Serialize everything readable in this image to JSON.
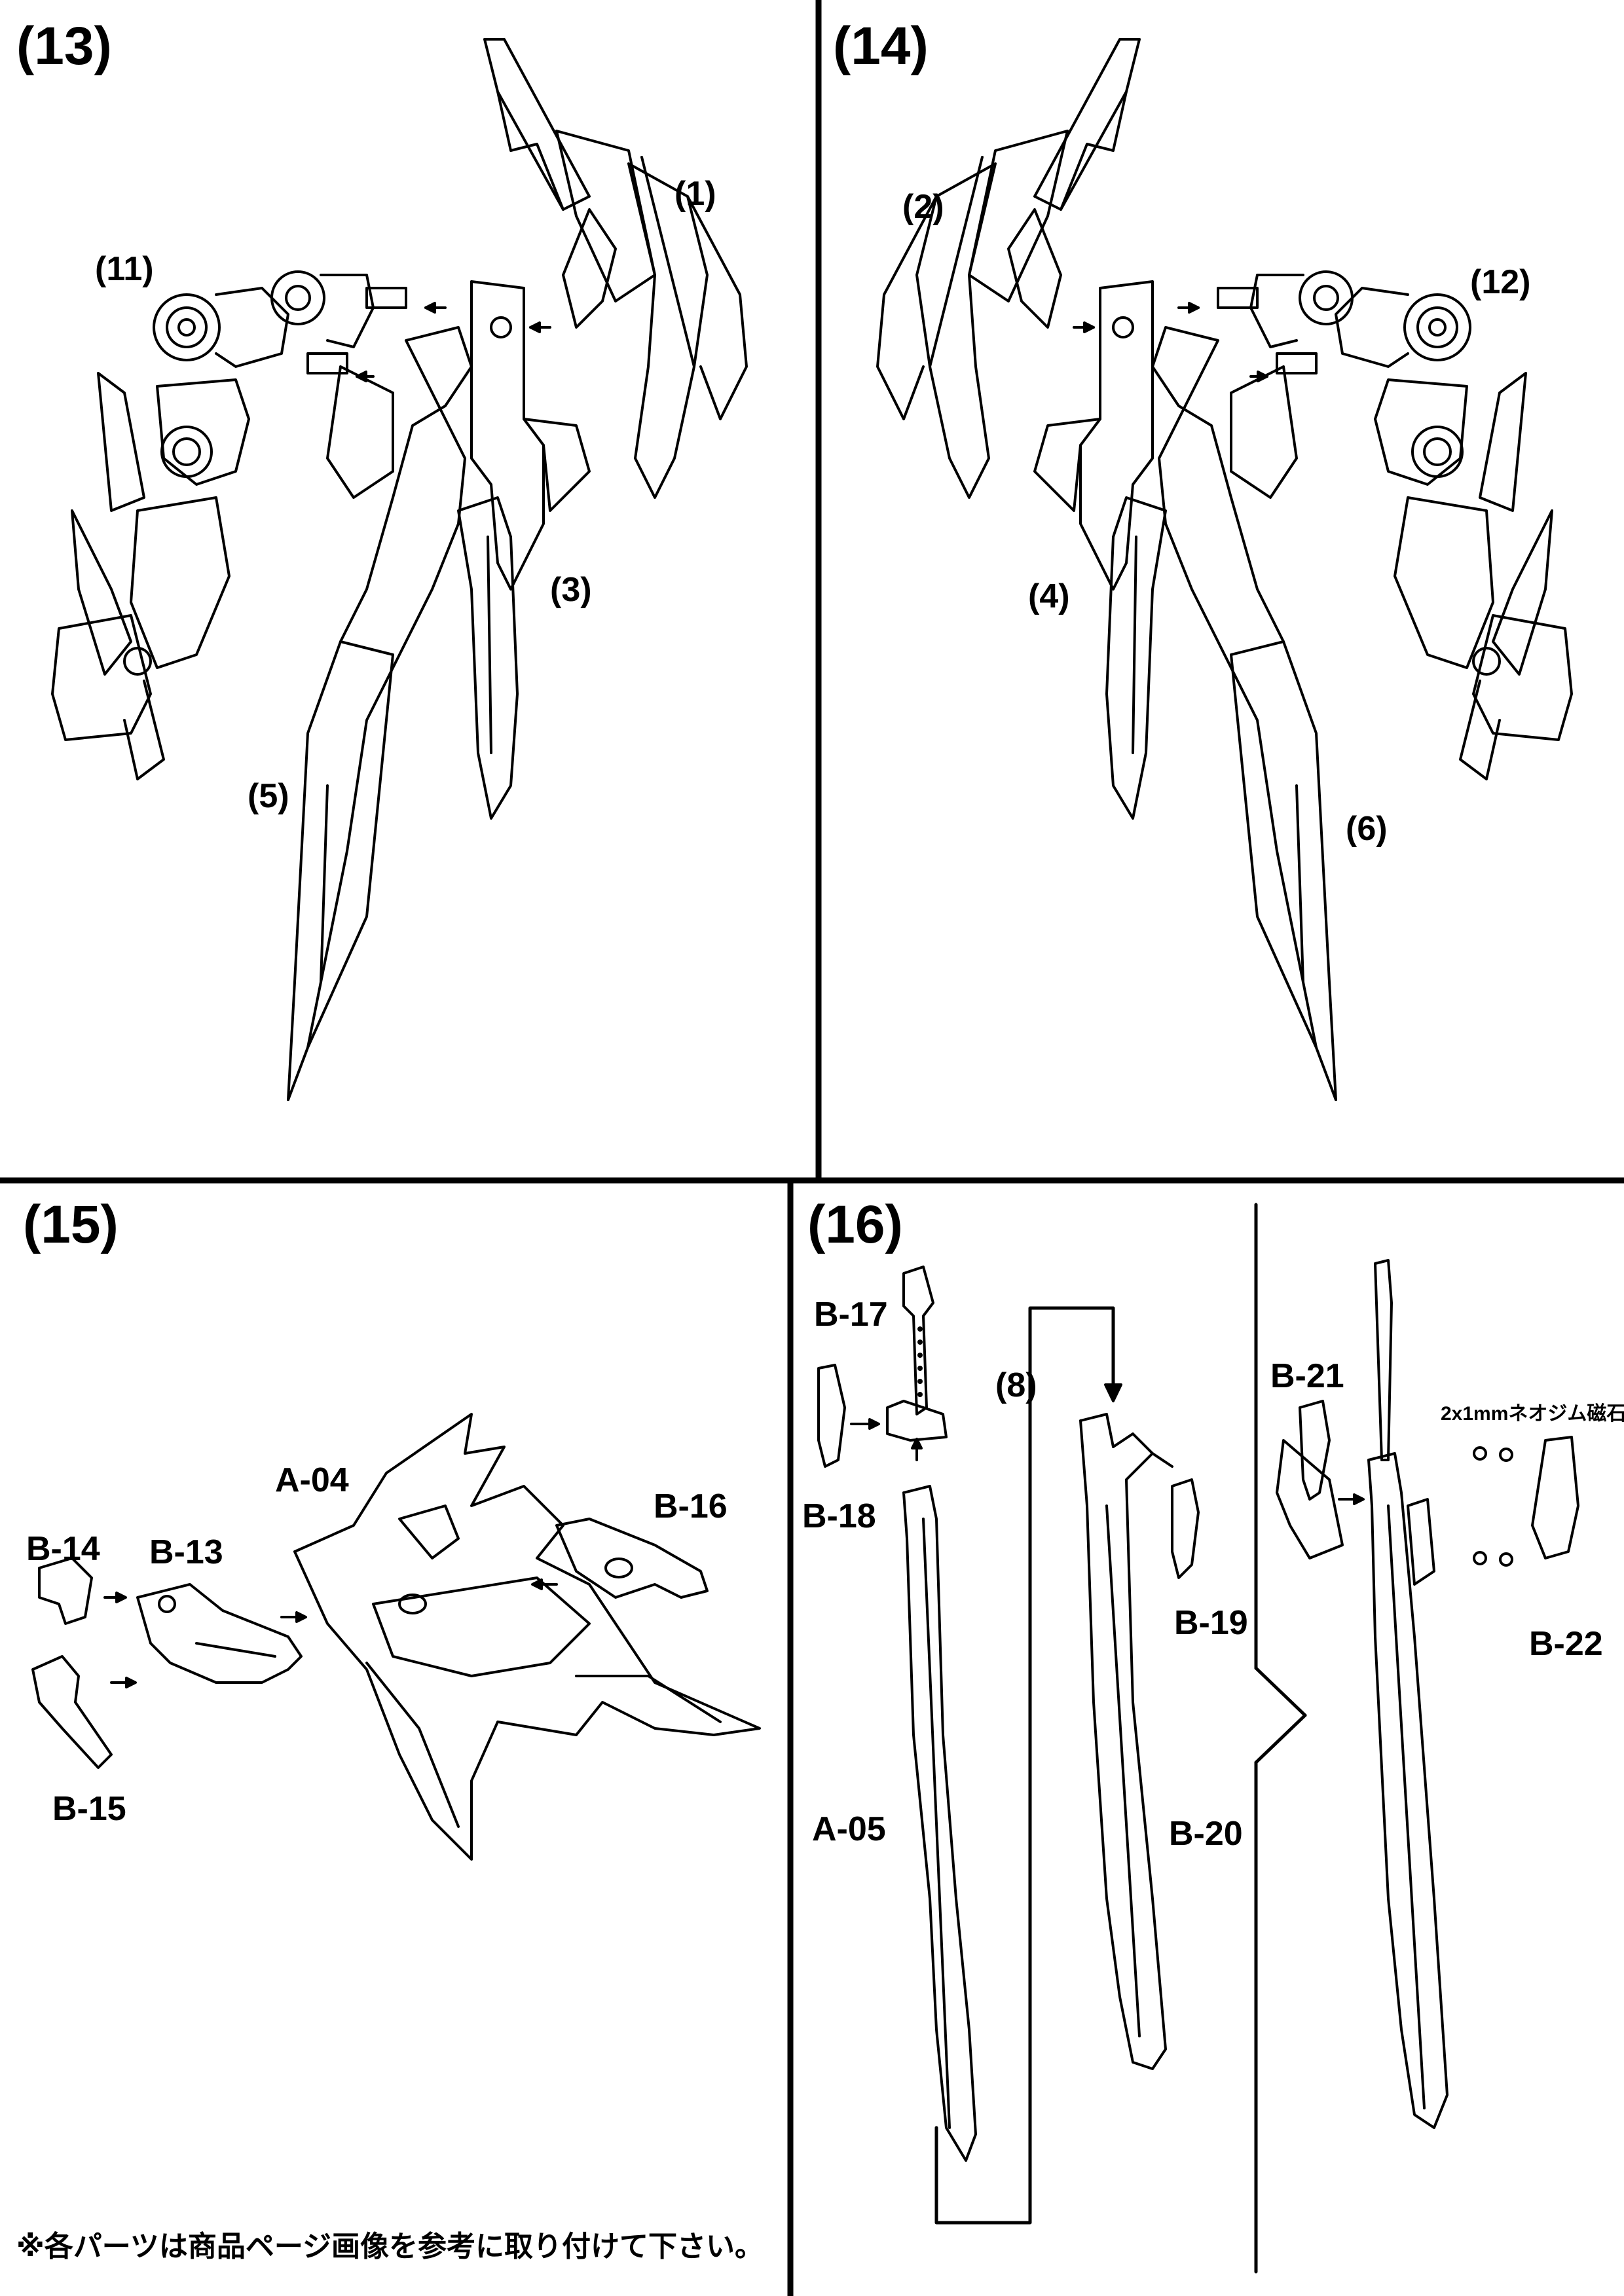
{
  "panels": {
    "p13": {
      "step": "(13)",
      "labels": {
        "a": "(1)",
        "b": "(11)",
        "c": "(3)",
        "d": "(5)"
      }
    },
    "p14": {
      "step": "(14)",
      "labels": {
        "a": "(2)",
        "b": "(12)",
        "c": "(4)",
        "d": "(6)"
      }
    },
    "p15": {
      "step": "(15)",
      "labels": {
        "a": "A-04",
        "b": "B-16",
        "c": "B-14",
        "d": "B-13",
        "e": "B-15"
      }
    },
    "p16": {
      "step": "(16)",
      "labels": {
        "a": "B-17",
        "b": "(8)",
        "c": "B-21",
        "d": "B-18",
        "e": "B-19",
        "f": "B-22",
        "g": "A-05",
        "h": "B-20",
        "magnet": "2x1mmネオジム磁石"
      }
    }
  },
  "footnote": "※各パーツは商品ページ画像を参考に取り付けて下さい。"
}
